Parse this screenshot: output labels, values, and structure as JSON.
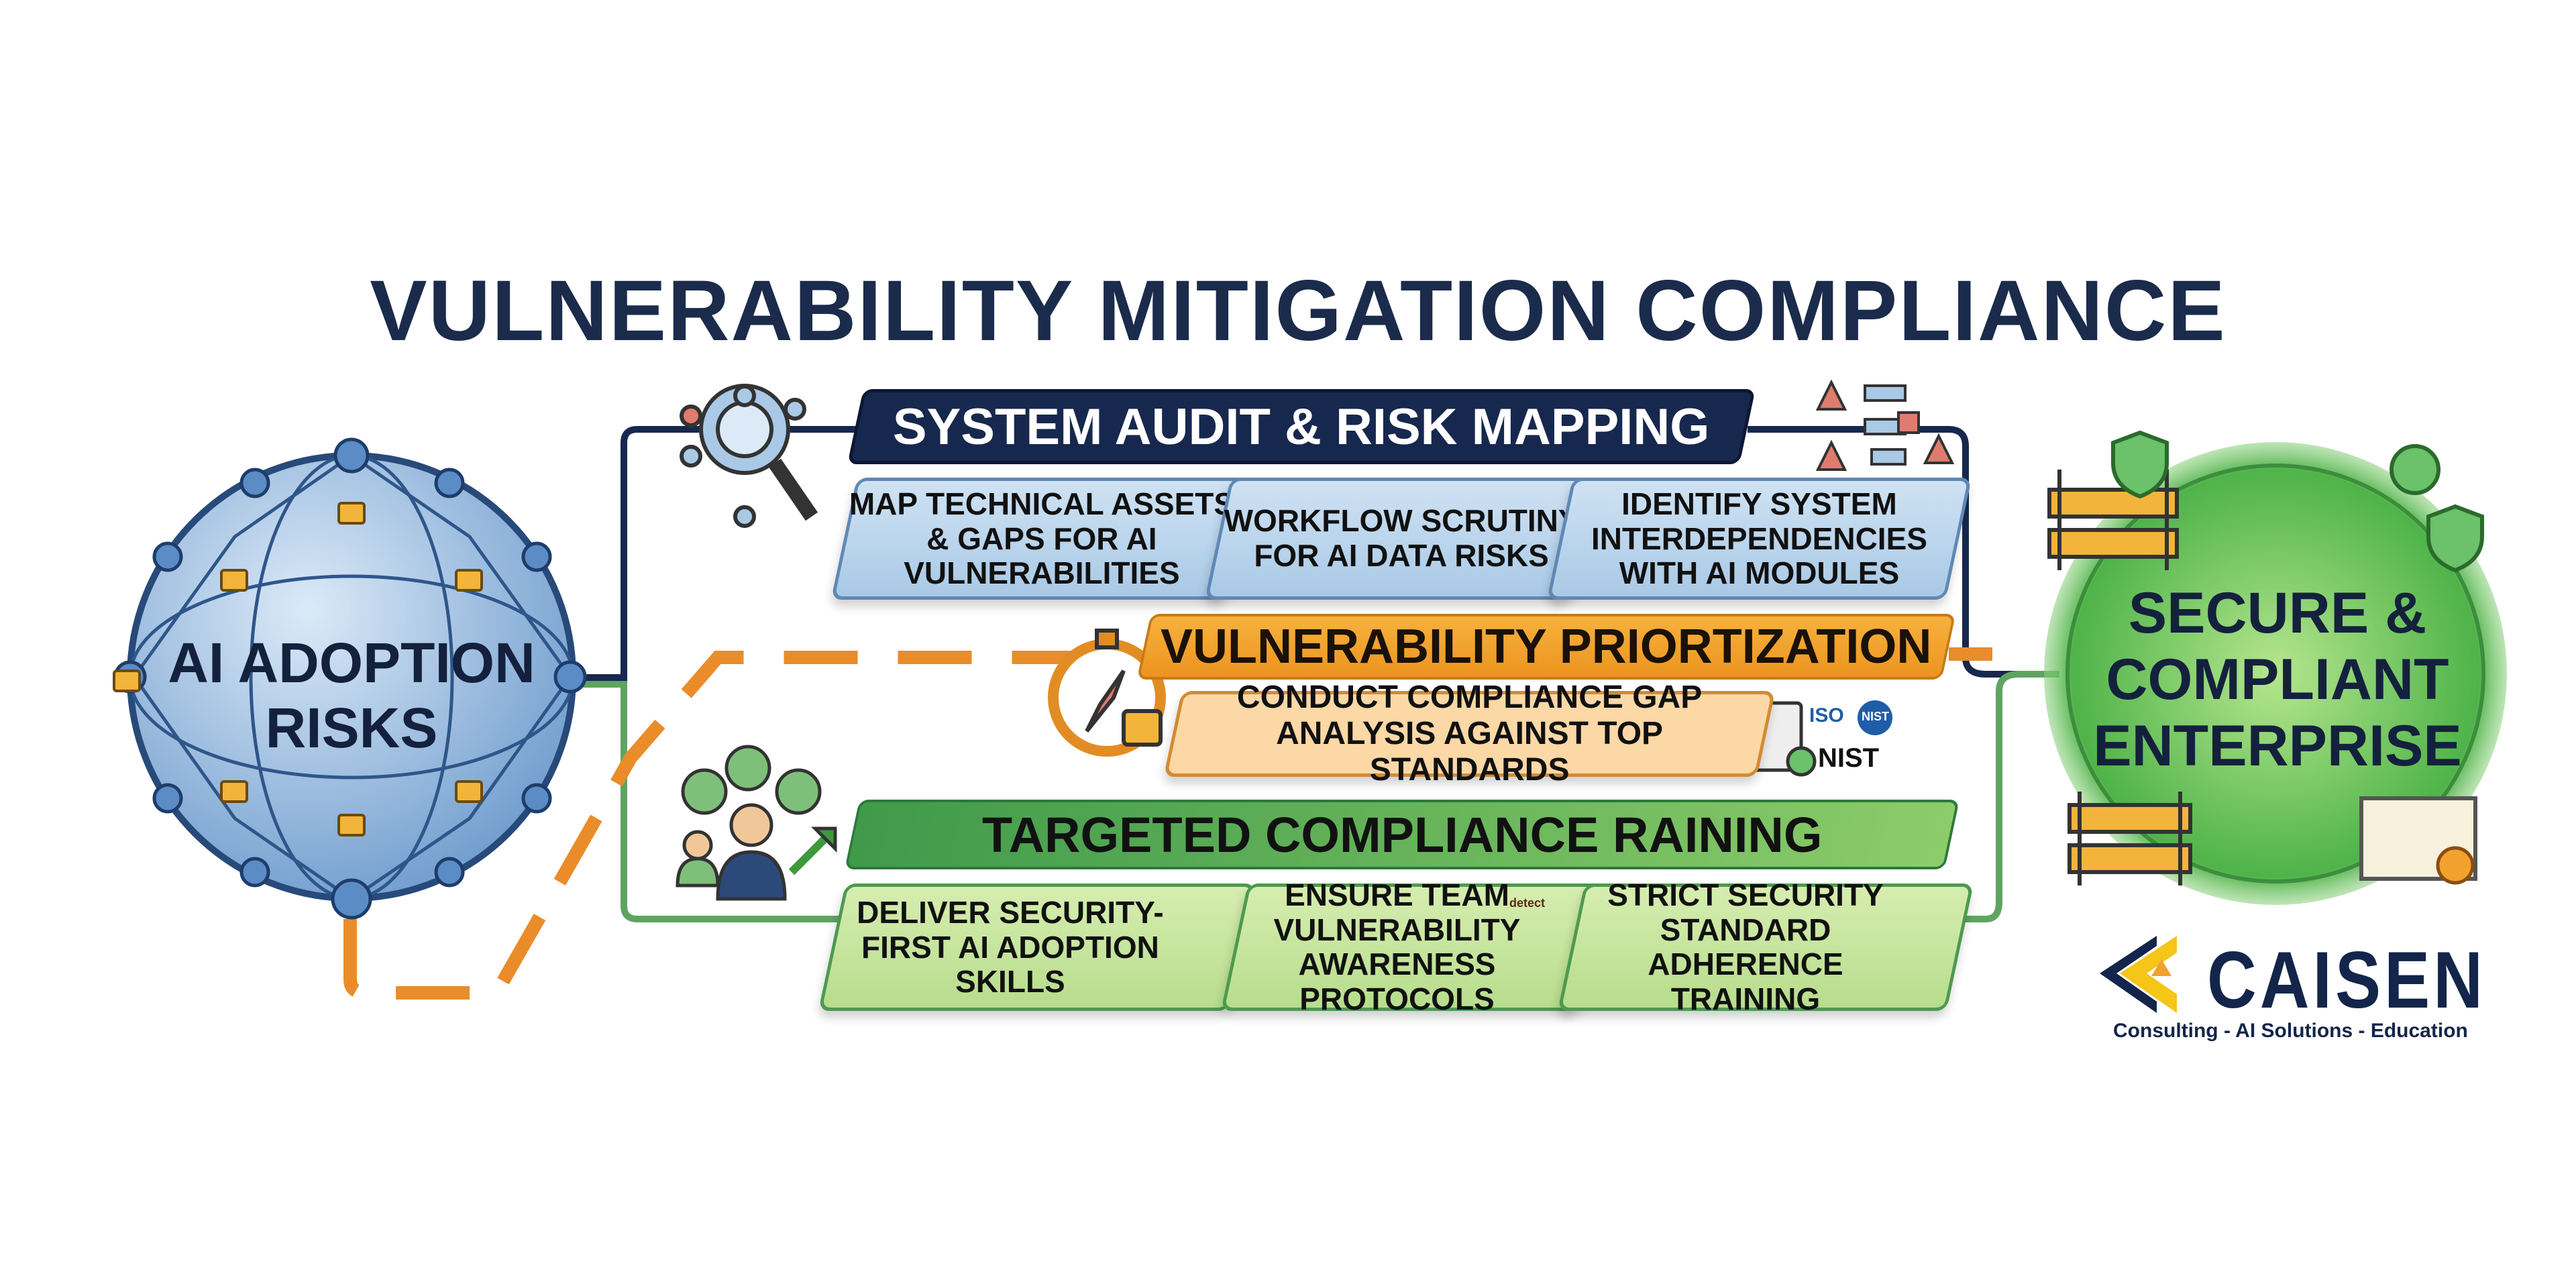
{
  "title": "VULNERABILITY MITIGATION  COMPLIANCE",
  "start": {
    "label": "AI ADOPTION RISKS",
    "icon": "network-sphere-lock-icon"
  },
  "end": {
    "label": "SECURE & COMPLIANT ENTERPRISE",
    "icon": "green-glow-circle"
  },
  "stages": [
    {
      "title": "SYSTEM AUDIT & RISK MAPPING",
      "color": "#17284f",
      "icon": "magnifier-network-icon",
      "items": [
        "MAP TECHNICAL ASSETS & GAPS FOR AI VULNERABILITIES",
        "WORKFLOW SCRUTINY FOR AI DATA RISKS",
        "IDENTIFY SYSTEM INTERDEPENDENCIES WITH AI MODULES"
      ]
    },
    {
      "title": "VULNERABILITY PRIORTIZATION",
      "color": "#f2a12e",
      "icon": "stopwatch-compass-lock-icon",
      "items": [
        "CONDUCT COMPLIANCE GAP ANALYSIS AGAINST TOP STANDARDS"
      ],
      "standards": [
        "ISO",
        "NIST",
        "NIST"
      ]
    },
    {
      "title": "TARGETED COMPLIANCE RAINING",
      "color": "#5fae55",
      "icon": "team-growth-icon",
      "items": [
        "DELIVER SECURITY-FIRST AI ADOPTION SKILLS",
        "ENSURE TEAM VULNERABILITY AWARENESS PROTOCOLS",
        "STRICT SECURITY STANDARD ADHERENCE TRAINING"
      ],
      "badge": "detect"
    }
  ],
  "logo": {
    "name": "CAISEN",
    "tagline": "Consulting - AI Solutions - Education"
  }
}
